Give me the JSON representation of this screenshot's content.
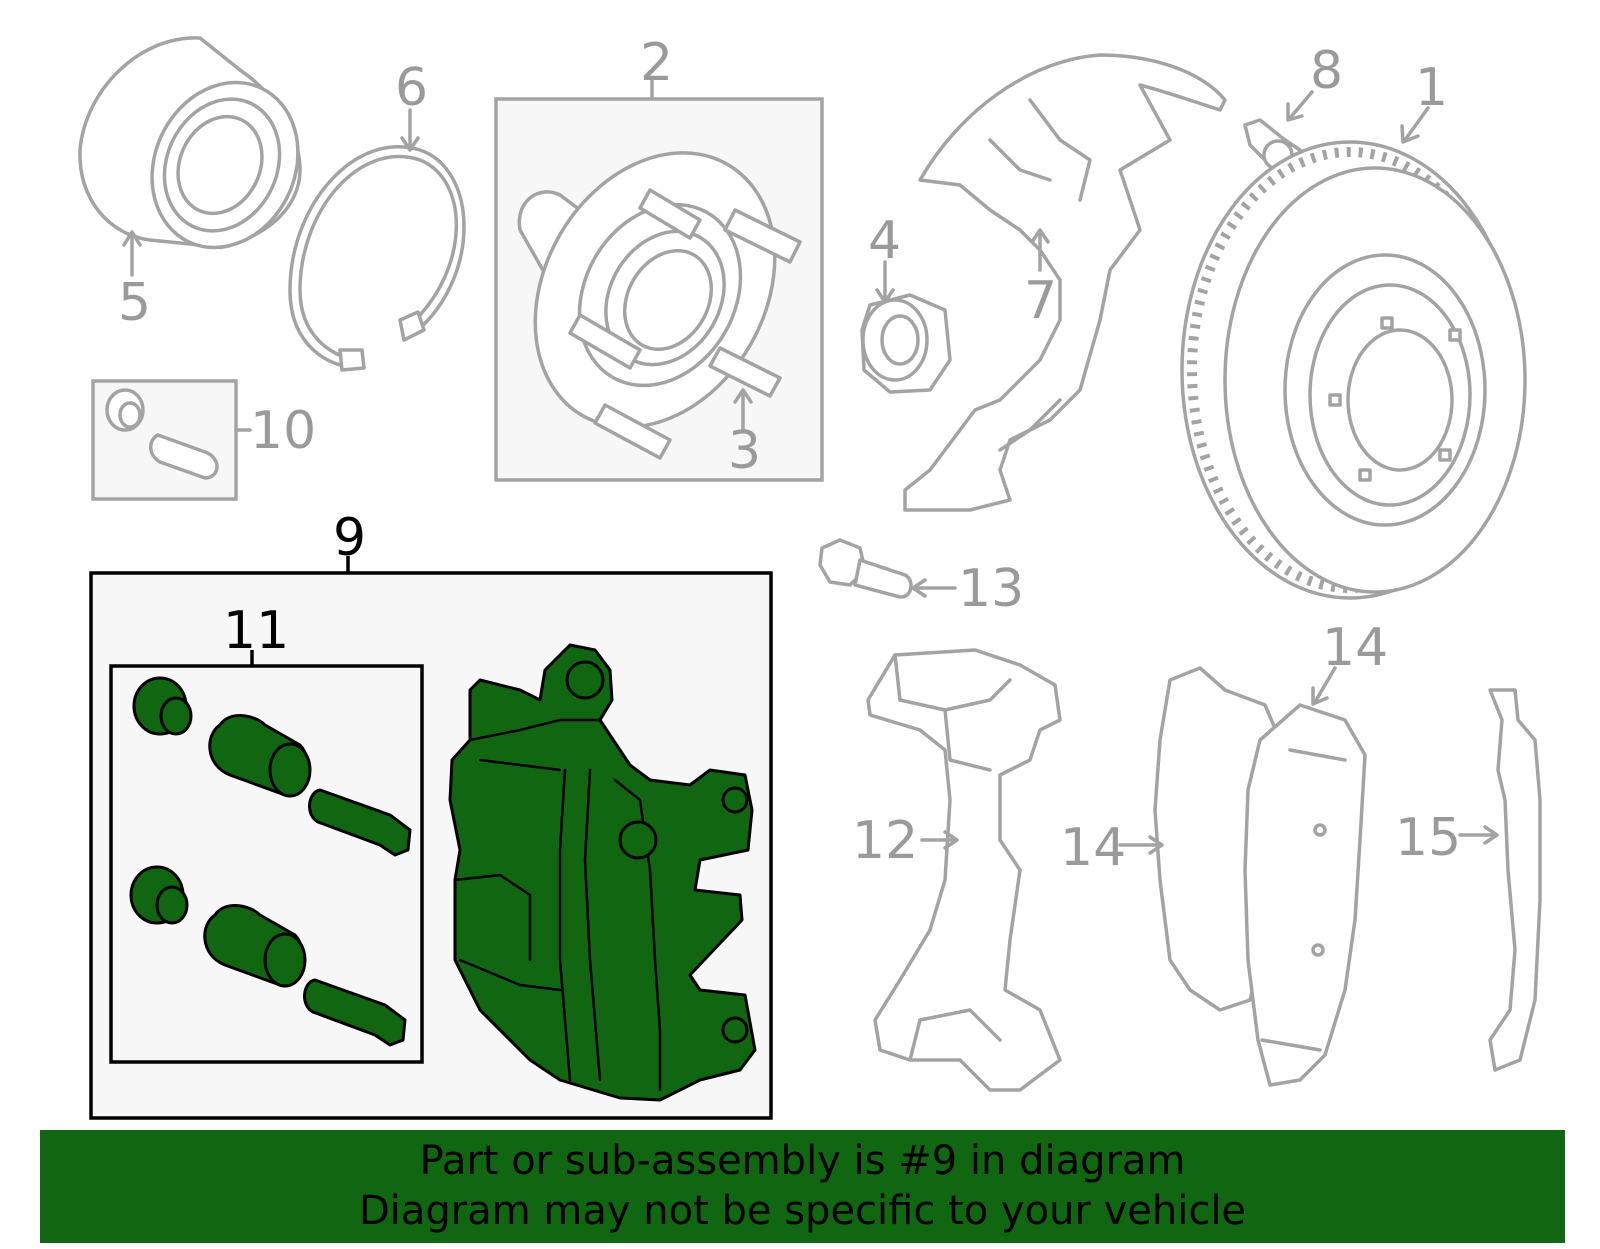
{
  "callouts": {
    "c1": "1",
    "c2": "2",
    "c3": "3",
    "c4": "4",
    "c5": "5",
    "c6": "6",
    "c7": "7",
    "c8": "8",
    "c9": "9",
    "c10": "10",
    "c11": "11",
    "c12": "12",
    "c13": "13",
    "c14a": "14",
    "c14b": "14",
    "c15": "15"
  },
  "highlighted_part": "9",
  "banner": {
    "line1": "Part or sub-assembly is #9 in diagram",
    "line2": "Diagram may not be specific to your vehicle"
  },
  "colors": {
    "highlight_green": "#116611",
    "part_outline_gray": "#a3a3a3",
    "callout_gray": "#9a9a9a"
  }
}
